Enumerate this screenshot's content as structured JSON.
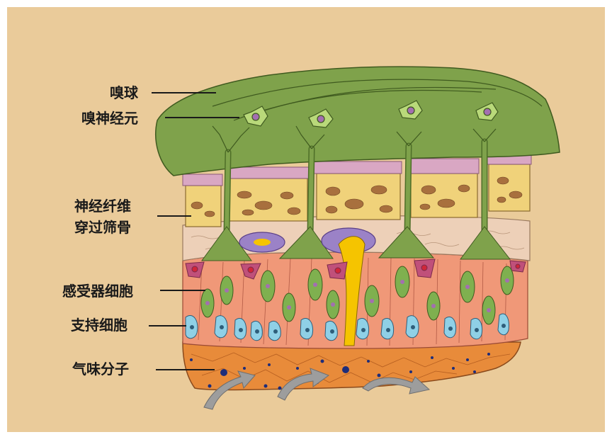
{
  "diagram": {
    "background": "#EACB9A",
    "colors": {
      "bulb": "#7FA24B",
      "bone": "#F0D27A",
      "bone_holes": "#A8703E",
      "pink_cap": "#D9A7C3",
      "lamina": "#EDD0B8",
      "epithelium": "#F09878",
      "receptor": "#7FB04F",
      "support": "#8FD0E6",
      "mucus": "#E88B3A",
      "gland": "#9B82C7",
      "duct": "#F5C400",
      "arrow": "#9D9D9D",
      "molecule": "#1E2D7A"
    },
    "labels": {
      "bulb": "嗅球",
      "neuron": "嗅神经元",
      "fiber_line1": "神经纤维",
      "fiber_line2": "穿过筛骨",
      "receptor_cell": "感受器细胞",
      "support_cell": "支持细胞",
      "molecule": "气味分子"
    }
  }
}
